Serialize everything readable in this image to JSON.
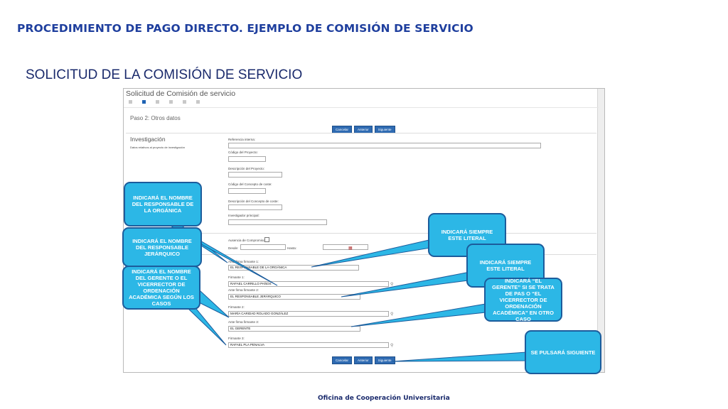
{
  "slide": {
    "title": "PROCEDIMIENTO DE PAGO DIRECTO. EJEMPLO DE COMISIÓN DE SERVICIO",
    "subtitle": "SOLICITUD DE LA COMISIÓN DE SERVICIO",
    "footer": "Oficina de Cooperación Universitaria"
  },
  "form": {
    "window_title": "Solicitud de Comisión de servicio",
    "step_label": "Paso 2: Otros datos",
    "buttons": {
      "cancel": "Cancelar",
      "previous": "Anterior",
      "next": "Siguiente"
    },
    "section": {
      "title": "Investigación",
      "description": "Datos relativos al proyecto de investigación"
    },
    "fields": {
      "ref_internal": "Referencia interna:",
      "project_code": "Código del Proyecto:",
      "project_desc": "Descripción del Proyecto:",
      "cost_code": "Código del Concepto de coste:",
      "cost_desc": "Descripción del Concepto de coste:",
      "researcher": "Investigador principal:",
      "expense_commitment": "Ausencia de Compromiso",
      "from": "Desde:",
      "to": "Hasta:",
      "signer1_label": "Ante firma firmante 1:",
      "signer1_value": "EL RESPONSABLE DE LA ORGÁNICA",
      "signer1_name_label": "Firmante 1:",
      "signer1_name": "RAFAEL CARRILLO PAÑOS",
      "signer2_label": "Ante firma firmante 2:",
      "signer2_value": "EL RESPONSABLE JERÁRQUICO",
      "signer2_name_label": "Firmante 2:",
      "signer2_name": "MARÍA CARIDAD ROLADO GONZÁLEZ",
      "signer3_label": "Ante firma firmante 3:",
      "signer3_value": "EL GERENTE",
      "signer3_name_label": "Firmante 3:",
      "signer3_name": "RAFAEL PLA PENALVA"
    }
  },
  "callouts": {
    "organica": "INDICARÁ EL NOMBRE DEL RESPONSABLE DE LA ORGÁNICA",
    "jerarquico": "INDICARÁ EL NOMBRE DEL RESPONSABLE JERÁRQUICO",
    "gerente": "INDICARÁ EL NOMBRE DEL GERENTE O EL VICERRECTOR DE ORDENACIÓN ACADÉMICA SEGÚN LOS CASOS",
    "literal1": "INDICARÁ SIEMPRE ESTE LITERAL",
    "literal2": "INDICARÁ SIEMPRE ESTE LITERAL",
    "el_gerente": "INDICARÁ “EL GERENTE” SI SE TRATA DE PAS O “EL VICERRECTOR DE ORDENACIÓN ACADÉMICA” EN OTRO CASO",
    "siguiente": "SE PULSARÁ SIGUIENTE"
  },
  "colors": {
    "callout_fill": "#2cb7e6",
    "callout_border": "#1c5c9c",
    "title": "#1f3f9e"
  }
}
